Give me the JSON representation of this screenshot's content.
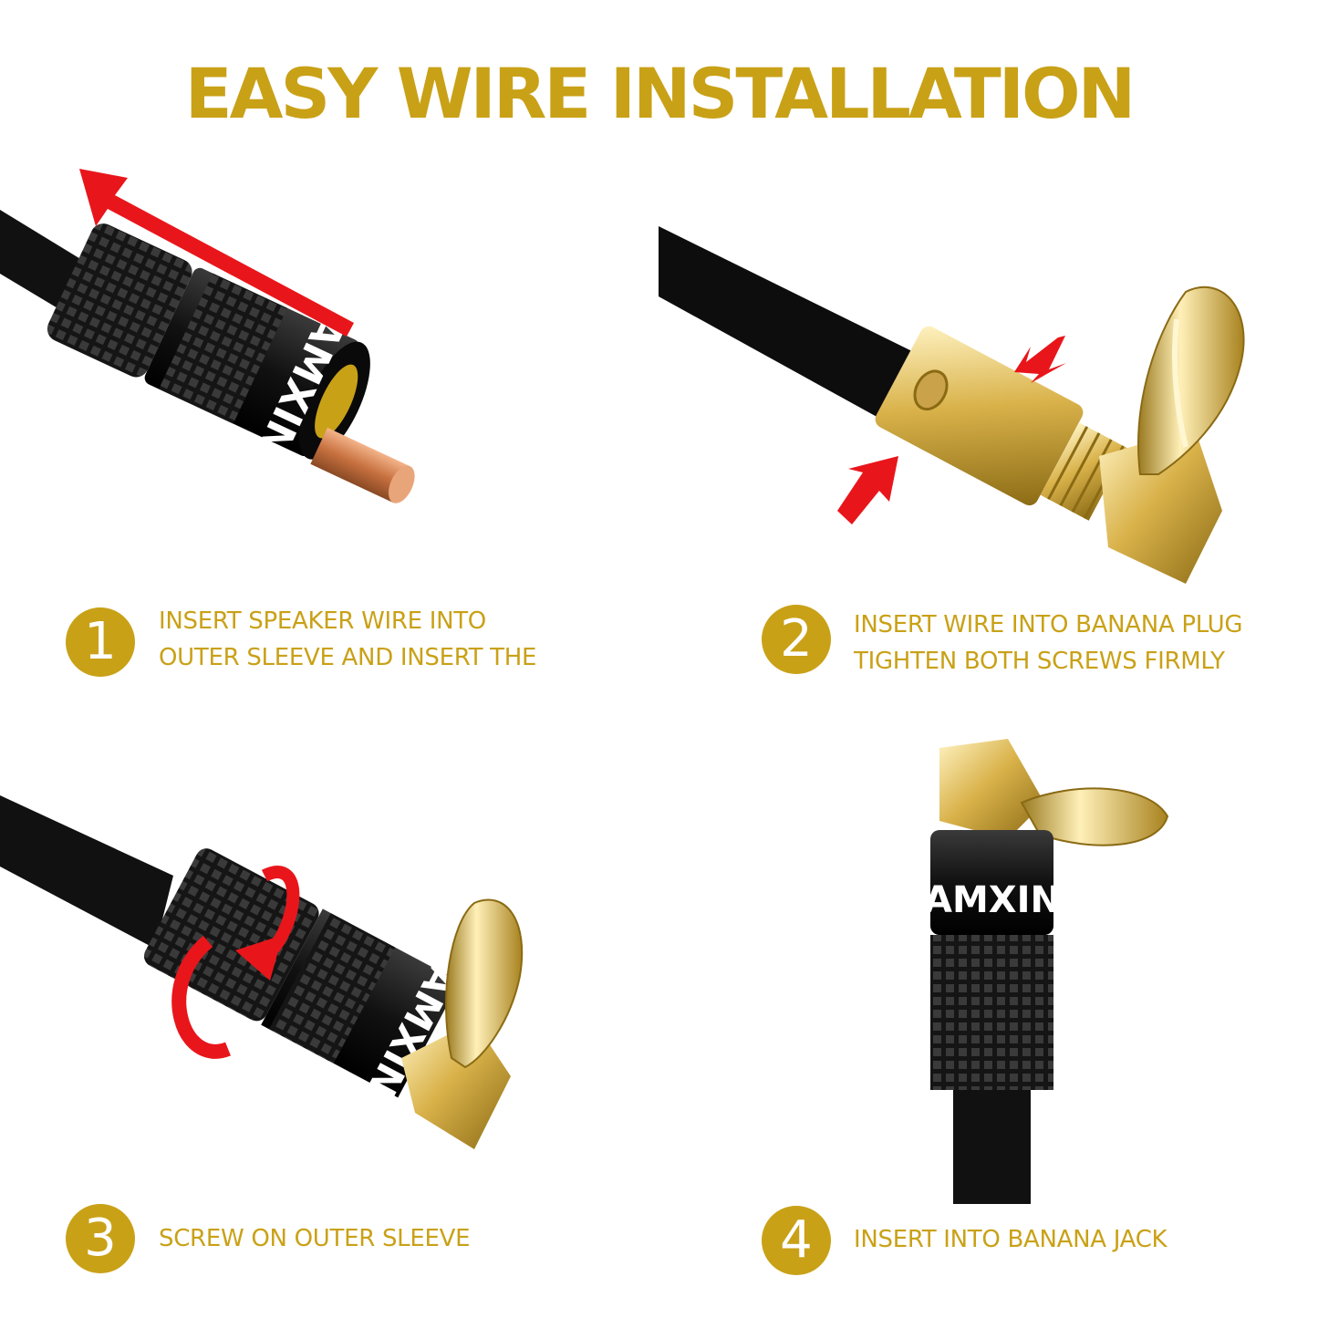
{
  "title": "EASY WIRE INSTALLATION",
  "brand": "AMXIN",
  "colors": {
    "gold": "#c9a117",
    "arrow": "#e8161b",
    "cable": "#0d0d0d"
  },
  "steps": [
    {
      "number": "1",
      "lines": [
        "INSERT SPEAKER WIRE INTO",
        "OUTER SLEEVE AND INSERT THE"
      ]
    },
    {
      "number": "2",
      "lines": [
        "INSERT WIRE INTO BANANA PLUG",
        "TIGHTEN BOTH SCREWS FIRMLY"
      ]
    },
    {
      "number": "3",
      "lines": [
        "SCREW ON OUTER SLEEVE"
      ]
    },
    {
      "number": "4",
      "lines": [
        "INSERT INTO BANANA JACK"
      ]
    }
  ]
}
